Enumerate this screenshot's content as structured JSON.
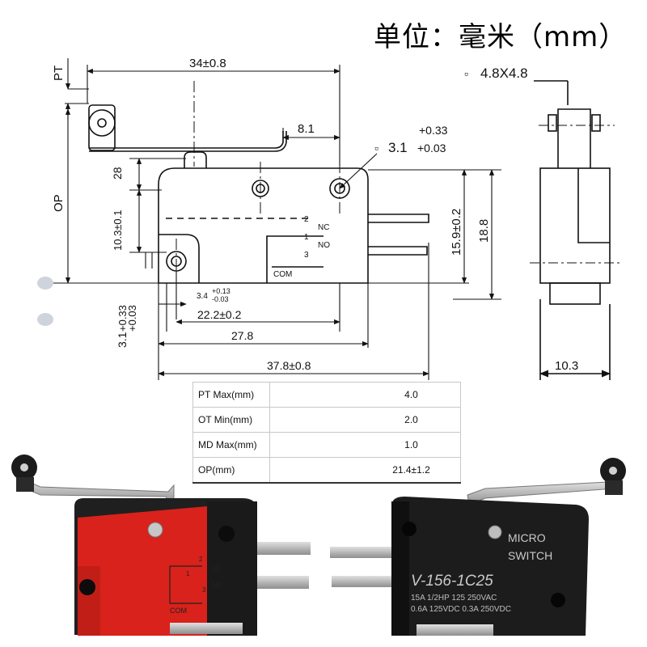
{
  "title": "单位：毫米（mm）",
  "dimensions": {
    "pt": "PT",
    "op": "OP",
    "overall_lever": "34±0.8",
    "roller_offset": "8.1",
    "hole_top_main": "3.1",
    "hole_top_tol_upper": "+0.33",
    "hole_top_tol_lower": "+0.03",
    "actuator_height": "28",
    "vertical_mid": "10.3±0.1",
    "right_vertical_inner": "15.9±0.2",
    "right_vertical_outer": "18.8",
    "left_hole_main": "3.1",
    "left_hole_tol_upper": "+0.33",
    "left_hole_tol_lower": "+0.03",
    "small_gap_main": "3.4",
    "small_gap_tol_upper": "+0.13",
    "small_gap_tol_lower": "-0.03",
    "hole_spacing": "22.2±0.2",
    "body_length": "27.8",
    "total_length": "37.8±0.8",
    "roller_size": "4.8X4.8",
    "side_width": "10.3",
    "terminal_nc": "NC",
    "terminal_no": "NO",
    "terminal_com": "COM",
    "pin_2": "2",
    "pin_1": "1",
    "pin_3": "3"
  },
  "spec_table": [
    {
      "name": "PT Max(mm)",
      "value": "4.0"
    },
    {
      "name": "OT Min(mm)",
      "value": "2.0"
    },
    {
      "name": "MD Max(mm)",
      "value": "1.0"
    },
    {
      "name": "OP(mm)",
      "value": "21.4±1.2"
    }
  ],
  "photo_red": {
    "nc": "NC",
    "no": "NO",
    "com": "COM",
    "pin_2": "2",
    "pin_1": "1",
    "pin_3": "3"
  },
  "photo_black": {
    "brand_line1": "MICRO",
    "brand_line2": "SWITCH",
    "model": "V-156-1C25",
    "rating_line1": "15A 1/2HP 125 250VAC",
    "rating_line2": "0.6A 125VDC 0.3A 250VDC"
  },
  "colors": {
    "red_body": "#d8221b",
    "black_body": "#1c1c1c",
    "metal": "#b9b9b9"
  }
}
